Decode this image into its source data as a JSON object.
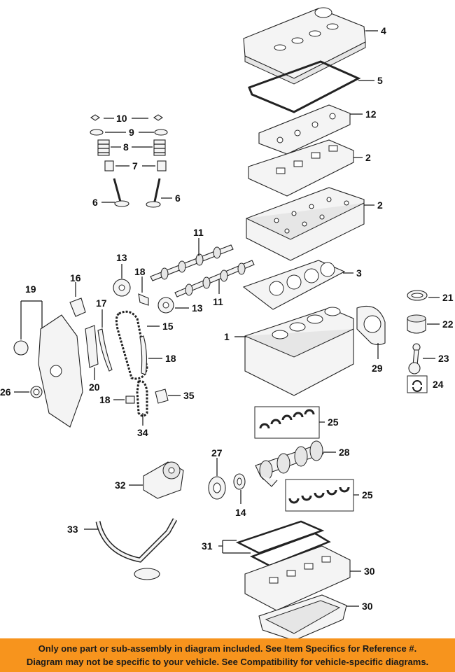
{
  "callouts": [
    "4",
    "5",
    "12",
    "2",
    "2",
    "3",
    "1",
    "29",
    "10",
    "9",
    "8",
    "7",
    "6",
    "6",
    "11",
    "11",
    "13",
    "13",
    "18",
    "16",
    "19",
    "17",
    "15",
    "18",
    "20",
    "26",
    "18",
    "34",
    "35",
    "21",
    "22",
    "23",
    "24",
    "25",
    "25",
    "28",
    "27",
    "14",
    "32",
    "33",
    "31",
    "30",
    "30"
  ],
  "footer": {
    "line1": "Only one part or sub-assembly in diagram included. See Item Specifics for Reference #.",
    "line2": "Diagram may not be specific to your vehicle. See Compatibility for vehicle-specific diagrams."
  },
  "colors": {
    "banner": "#f7941d",
    "ink": "#111111"
  }
}
